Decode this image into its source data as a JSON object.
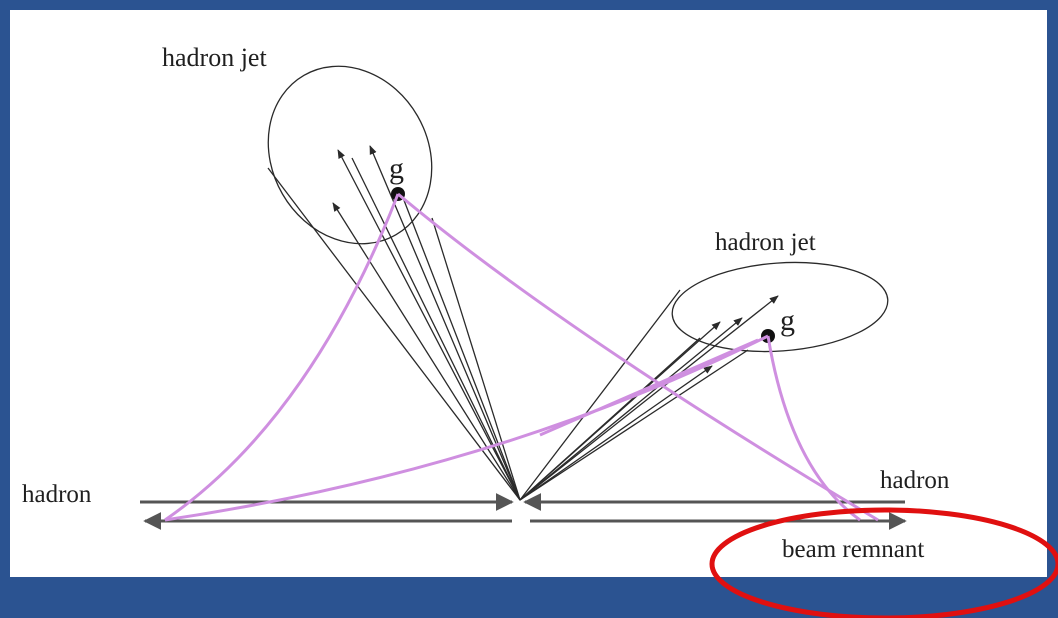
{
  "labels": {
    "jet_left": "hadron jet",
    "jet_right": "hadron jet",
    "hadron_left": "hadron",
    "hadron_right": "hadron",
    "beam_remnant": "beam remnant",
    "gluon_left": "g",
    "gluon_right": "g"
  },
  "colors": {
    "background": "#2b5391",
    "panel": "#ffffff",
    "string": "#cf8fe0",
    "highlight": "#e01010",
    "axis": "#555555"
  }
}
